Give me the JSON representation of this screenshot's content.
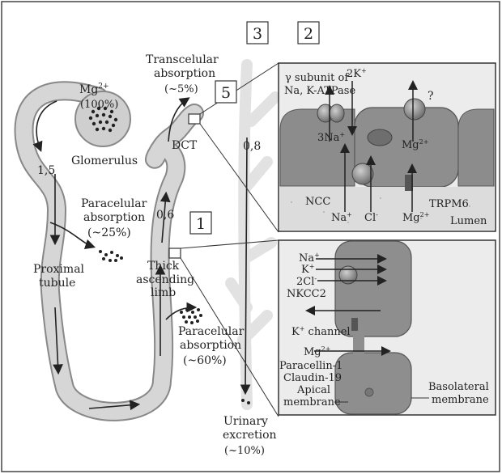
{
  "boxes": {
    "b3": "3",
    "b2": "2",
    "b5": "5",
    "b1": "1"
  },
  "labels": {
    "mg": "Mg",
    "mg_sup": "2+",
    "mg_pct": "(100%)",
    "glomerulus": "Glomerulus",
    "v15": "1,5",
    "para1_a": "Paracelular",
    "para1_b": "absorption",
    "para1_pct": "(~25%)",
    "proximal_a": "Proximal",
    "proximal_b": "tubule",
    "v06": "0,6",
    "thick_a": "Thick",
    "thick_b": "ascending",
    "thick_c": "limb",
    "para2_a": "Paracelular",
    "para2_b": "absorption",
    "para2_pct": "(~60%)",
    "trans_a": "Transcelular",
    "trans_b": "absorption",
    "trans_pct": "(~5%)",
    "dct": "DCT",
    "v08": "0,8",
    "urinary_a": "Urinary",
    "urinary_b": "excretion",
    "urinary_pct": "(~10%)"
  },
  "panel_top": {
    "gamma_a": "γ subunit of",
    "gamma_b": "Na, K-ATPase",
    "k2": "2K",
    "k2_sup": "+",
    "q": "?",
    "na3": "3Na",
    "na3_sup": "+",
    "mg": "Mg",
    "mg_sup": "2+",
    "ncc": "NCC",
    "trpm6": "TRPM6",
    "na": "Na",
    "na_sup": "+",
    "cl": "Cl",
    "cl_sup": "-",
    "mg_b": "Mg",
    "mg_b_sup": "2+",
    "lumen": "Lumen"
  },
  "panel_bottom": {
    "na": "Na",
    "na_sup": "+",
    "k": "K",
    "k_sup": "+",
    "cl2": "2Cl",
    "cl2_sup": "-",
    "nkcc2": "NKCC2",
    "kch": "K",
    "kch_sup": "+",
    "kch_rest": " channel",
    "mg": "Mg",
    "mg_sup": "2+",
    "paracellin": "Paracellin-1",
    "claudin": "Claudin-19",
    "apical_a": "Apical",
    "apical_b": "membrane",
    "baso_a": "Basolateral",
    "baso_b": "membrane"
  },
  "colors": {
    "tubule": "#d0d0d0",
    "tubule_edge": "#999999",
    "cell": "#8c8c8c",
    "cell_edge": "#555555",
    "panel_bg": "#e6e6e6",
    "lumen_bg": "#dcdcdc"
  }
}
